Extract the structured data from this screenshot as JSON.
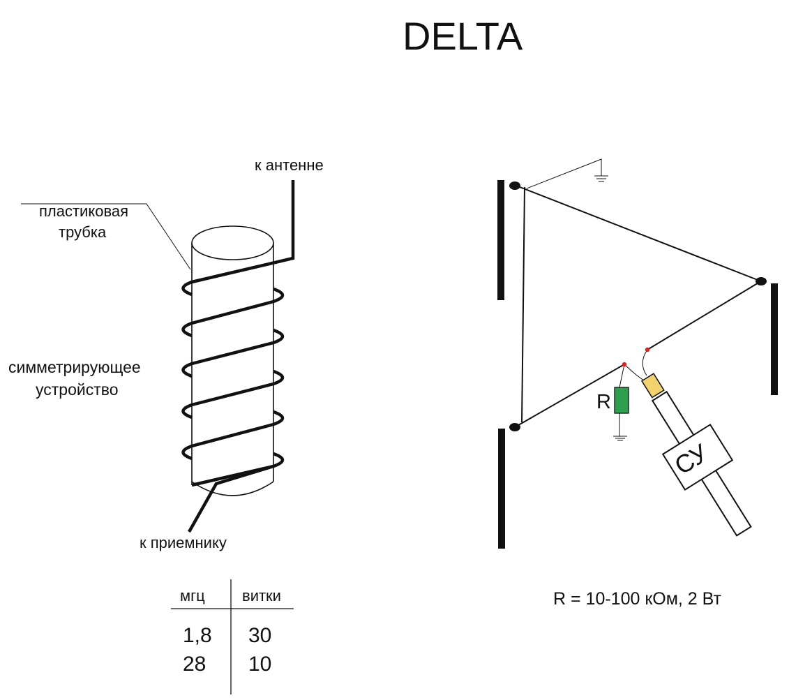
{
  "title": "DELTA",
  "coil": {
    "to_antenna": "к антенне",
    "plastic_tube_line1": "пластиковая",
    "plastic_tube_line2": "трубка",
    "balun_line1": "симметрирующее",
    "balun_line2": "устройство",
    "to_receiver": "к приемнику"
  },
  "table": {
    "headers": [
      "мгц",
      "витки"
    ],
    "rows": [
      [
        "1,8",
        "30"
      ],
      [
        "28",
        "10"
      ]
    ]
  },
  "antenna": {
    "resistor_label": "R",
    "balun_label": "СУ",
    "formula": "R = 10-100 кОм,  2 Вт"
  },
  "colors": {
    "resistor": "#2e9e4f",
    "connector": "#f2d36b",
    "junction": "#e02020",
    "ink": "#111111"
  }
}
